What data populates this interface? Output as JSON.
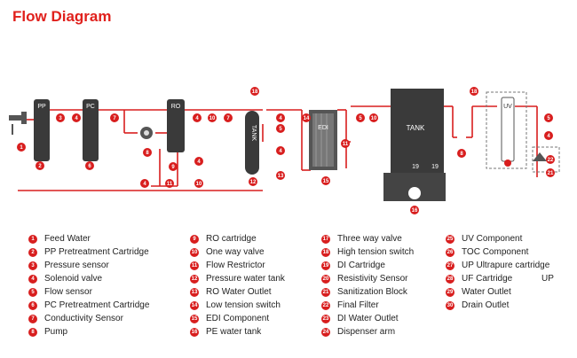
{
  "title": "Flow Diagram",
  "component_labels": {
    "pp": "PP",
    "pc": "PC",
    "ro": "RO",
    "tank_small": "TANK",
    "edi": "EDI",
    "tank_big": "TANK",
    "uv": "UV",
    "tank_numbers": [
      "19",
      "19"
    ]
  },
  "legend_columns": [
    [
      {
        "num": "1",
        "label": "Feed Water"
      },
      {
        "num": "2",
        "label": "PP Pretreatment Cartridge"
      },
      {
        "num": "3",
        "label": "Pressure sensor"
      },
      {
        "num": "4",
        "label": "Solenoid valve"
      },
      {
        "num": "5",
        "label": "Flow sensor"
      },
      {
        "num": "6",
        "label": "PC Pretreatment Cartridge"
      },
      {
        "num": "7",
        "label": "Conductivity Sensor"
      },
      {
        "num": "8",
        "label": "Pump"
      }
    ],
    [
      {
        "num": "9",
        "label": "RO cartridge"
      },
      {
        "num": "10",
        "label": "One way valve"
      },
      {
        "num": "11",
        "label": "Flow Restrictor"
      },
      {
        "num": "12",
        "label": "Pressure water tank"
      },
      {
        "num": "13",
        "label": "RO Water Outlet"
      },
      {
        "num": "14",
        "label": "Low tension switch"
      },
      {
        "num": "15",
        "label": "EDI Component"
      },
      {
        "num": "16",
        "label": "PE water tank"
      }
    ],
    [
      {
        "num": "17",
        "label": "Three way valve"
      },
      {
        "num": "18",
        "label": "High tension switch"
      },
      {
        "num": "19",
        "label": "DI Cartridge"
      },
      {
        "num": "20",
        "label": "Resistivity Sensor"
      },
      {
        "num": "21",
        "label": "Sanitization Block"
      },
      {
        "num": "22",
        "label": "Final Filter"
      },
      {
        "num": "23",
        "label": "DI Water Outlet"
      },
      {
        "num": "24",
        "label": "Dispenser arm"
      }
    ],
    [
      {
        "num": "25",
        "label": "UV Component"
      },
      {
        "num": "26",
        "label": "TOC Component"
      },
      {
        "num": "27",
        "label": "UP Ultrapure cartridge"
      },
      {
        "num": "28",
        "label": "UF Cartridge"
      },
      {
        "num": "29",
        "label": "Water Outlet"
      },
      {
        "num": "30",
        "label": "Drain Outlet"
      }
    ]
  ],
  "legend_extra": "UP",
  "colors": {
    "accent": "#d81e1e",
    "equipment": "#3a3a3a",
    "pipe": "#d81e1e",
    "line": "#444444"
  }
}
